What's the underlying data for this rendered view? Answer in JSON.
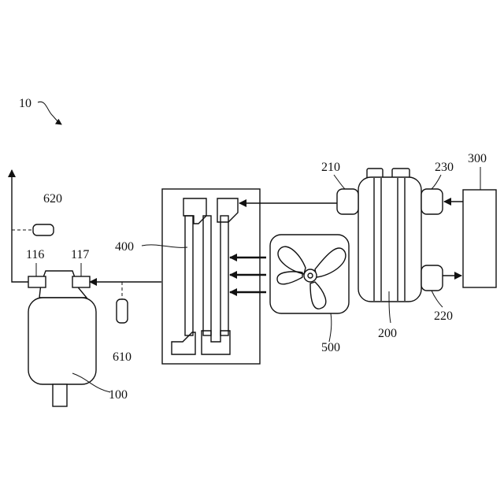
{
  "labels": {
    "system": "10",
    "engine": "100",
    "port_left": "116",
    "port_right": "117",
    "heat_exchanger": "200",
    "inlet_210": "210",
    "outlet_220": "220",
    "port_230": "230",
    "source": "300",
    "radiator": "400",
    "fan": "500",
    "sensor_610": "610",
    "sensor_620": "620"
  },
  "colors": {
    "line": "#111111",
    "background": "#ffffff"
  }
}
